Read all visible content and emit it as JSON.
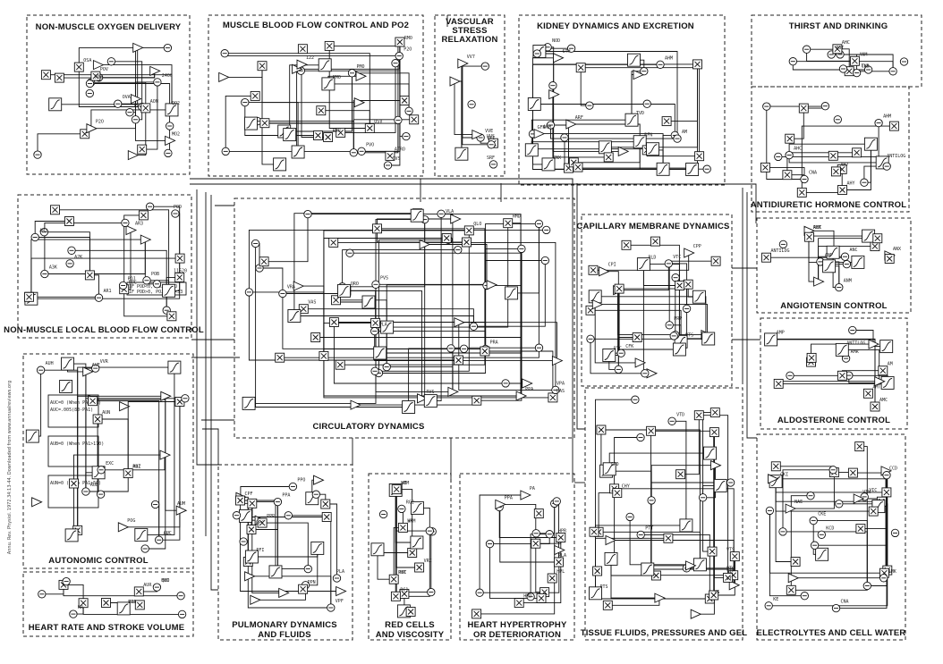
{
  "panels": {
    "non_muscle_oxygen": "NON-MUSCLE  OXYGEN  DELIVERY",
    "muscle_blood_flow": "MUSCLE BLOOD FLOW CONTROL AND PO2",
    "vascular_stress_1": "VASCULAR",
    "vascular_stress_2": "STRESS",
    "vascular_stress_3": "RELAXATION",
    "kidney": "KIDNEY DYNAMICS AND EXCRETION",
    "thirst": "THIRST AND DRINKING",
    "antidiuretic": "ANTIDIURETIC  HORMONE CONTROL",
    "non_muscle_local": "NON-MUSCLE  LOCAL BLOOD FLOW CONTROL",
    "capillary": "CAPILLARY MEMBRANE DYNAMICS",
    "angiotensin": "ANGIOTENSIN  CONTROL",
    "aldosterone": "ALDOSTERONE  CONTROL",
    "circulatory": "CIRCULATORY   DYNAMICS",
    "autonomic": "AUTONOMIC    CONTROL",
    "heart_rate": "HEART RATE AND STROKE VOLUME",
    "pulmonary_1": "PULMONARY DYNAMICS",
    "pulmonary_2": "AND FLUIDS",
    "red_cells_1": "RED CELLS",
    "red_cells_2": "AND VISCOSITY",
    "hypertrophy_1": "HEART HYPERTROPHY",
    "hypertrophy_2": "OR DETERIORATION",
    "tissue": "TISSUE FLUIDS, PRESSURES AND GEL",
    "electrolytes": "ELECTROLYTES AND CELL WATER"
  },
  "side_note": "Annu. Rev. Physiol. 1972.34:13-44. Downloaded from www.annualreviews.org",
  "labels": {
    "oxygen": [
      "OSA",
      "AOM",
      "P2O",
      "MO2",
      "POT",
      "2400",
      "QO2",
      "OVA",
      "DOB",
      "POV"
    ],
    "muscle": [
      "RMO",
      "PMO",
      "OSV",
      "P2O",
      "OVS",
      "PVO",
      "PMO",
      "122",
      "ATRO",
      "ANU"
    ],
    "vascular": [
      "VV7",
      "VVS",
      "VV1",
      "SRF",
      "VVE"
    ],
    "kidney": [
      "GFN",
      "AHM",
      "RFN",
      "TVD",
      "NOD",
      "ARF",
      "AUM",
      "CNX",
      "AM",
      "STH"
    ],
    "thirst": [
      "TVD",
      "POT",
      "AHC",
      "ANM",
      "CNA"
    ],
    "adh": [
      "AHM",
      "AHC",
      "ANTILOG",
      "AHY",
      "CNA",
      "AH7"
    ],
    "local": [
      "AR1",
      "AR2",
      "AR3",
      "POC",
      "POD",
      "A2K",
      "A3K",
      "POB",
      "POJ",
      "11520"
    ],
    "local_note_1": "IF POD<0, POJ=PODO",
    "local_note_2": "IF POD>0, POJ=POD×33",
    "capillary": [
      "VTS",
      "VTC",
      "PTC",
      "CPP",
      "PLD",
      "PRP",
      "CPI",
      "CFK"
    ],
    "angiotensin": [
      "REK",
      "ANM",
      "ANC",
      "ANP",
      "ANX",
      "ANTILOG",
      "ANT"
    ],
    "aldosterone": [
      "AMC",
      "AMR",
      "AMT",
      "AMP",
      "AM",
      "ANTILOG"
    ],
    "circulatory": [
      "PRA",
      "PLA",
      "PVS",
      "PAS",
      "VAS",
      "VLA",
      "RVS",
      "PPA",
      "QLO",
      "QRO",
      "HMD",
      "VRA",
      "VPA"
    ],
    "autonomic": [
      "PA1",
      "AUC",
      "AUB",
      "AUH",
      "AUN",
      "AUM",
      "AVE",
      "EXC",
      "VVR",
      "POG",
      "AUZ",
      "AU"
    ],
    "autonomic_note_1": "AUC=0 (When PA1>80)",
    "autonomic_note_2": "AUC=.005(80-PA1)",
    "autonomic_note_3": "AUB=0 (When PA1>170)",
    "autonomic_note_4": "AUN=0 (When PA1>50)",
    "heart": [
      "SVO",
      "QLO",
      "HR",
      "AUR",
      "PRA",
      "HMD"
    ],
    "pulmonary": [
      "PPA",
      "PLA",
      "PPC",
      "PPO",
      "PFI",
      "CPF",
      "VPF",
      "PPN",
      "PPR"
    ],
    "redcells": [
      "POT",
      "VIM",
      "HKM",
      "VRC",
      "RC1",
      "RC2",
      "RKC",
      "HM",
      "VP"
    ],
    "hypertrophy": [
      "HPL",
      "HPR",
      "PPA",
      "PA",
      "HMD",
      "PLA"
    ],
    "tissue": [
      "VTS",
      "VTL",
      "PTS",
      "PTC",
      "VG",
      "VIF",
      "GPD",
      "CHY",
      "VTD",
      "PTT"
    ],
    "electrolytes": [
      "CKI",
      "CCD",
      "VIC",
      "KE",
      "KCD",
      "NAE",
      "CNA",
      "CKE",
      "AMK",
      "VTW"
    ]
  },
  "colors": {
    "ink": "#111111",
    "paper": "#ffffff"
  }
}
